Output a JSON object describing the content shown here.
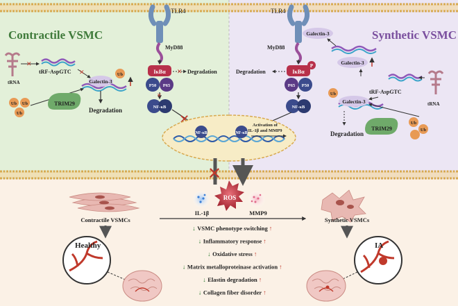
{
  "colors": {
    "contractile_bg": "#e3f0d9",
    "synthetic_bg": "#ece6f4",
    "bottom_bg": "#fbf1e6",
    "contractile_title": "#3f7a3a",
    "synthetic_title": "#7a4f9e",
    "nfkb": "#3b4b8c",
    "ikba": "#b8304a",
    "trim29": "#6faa6a",
    "ub": "#e89a55",
    "ros": "#c1303c",
    "il1b": "#3a7ed6",
    "mmp9": "#e06a8a",
    "arrow_up": "#c0392b",
    "arrow_down": "#2e7d32"
  },
  "left_panel": {
    "title": "Contractile VSMC",
    "tlr4": "TLR4",
    "myd88": "MyD88",
    "ikba": "IκBα",
    "p50": "P50",
    "p65": "P65",
    "degradation_ikba": "Degradation",
    "nfkb": "NF-κB",
    "nfkb_nucleus": "NF-κB",
    "trna": "tRNA",
    "trf": "tRF-AspGTC",
    "galectin3": "Galectin-3",
    "ub1": "Ub",
    "ub2": "Ub",
    "ub3": "Ub",
    "ub4": "Ub",
    "trim29": "TRIM29",
    "degradation_gal": "Degradation"
  },
  "right_panel": {
    "title": "Synthetic VSMC",
    "tlr4": "TLR4",
    "myd88": "MyD88",
    "galectin3_receptor": "Galectin-3",
    "galectin3_top": "Galectin-3",
    "galectin3_mid": "Galectin-3",
    "ikba": "IκBα",
    "p_mark": "P",
    "p65": "P65",
    "p50": "P50",
    "degradation_ikba": "Degradation",
    "nfkb": "NF-κB",
    "nfkb_nucleus": "NF-κB",
    "activation_line1": "Activation of",
    "activation_line2": "IL-1β and MMP9",
    "trf": "tRF-AspGTC",
    "trna": "tRNA",
    "ub1": "Ub",
    "ub2": "Ub",
    "ub3": "Ub",
    "trim29": "TRIM29",
    "degradation_gal": "Degradation"
  },
  "bottom": {
    "ros": "ROS",
    "il1b": "IL-1β",
    "mmp9": "MMP9",
    "contractile_cells": "Contractile VSMCs",
    "synthetic_cells": "Synthetic VSMCs",
    "healthy": "Healthy",
    "ia": "IA",
    "effects": [
      "VSMC phenotype switching",
      "Inflammatory response",
      "Oxidative stress",
      "Matrix metalloproteinase activation",
      "Elastin degradation",
      "Collagen fiber disorder"
    ]
  }
}
